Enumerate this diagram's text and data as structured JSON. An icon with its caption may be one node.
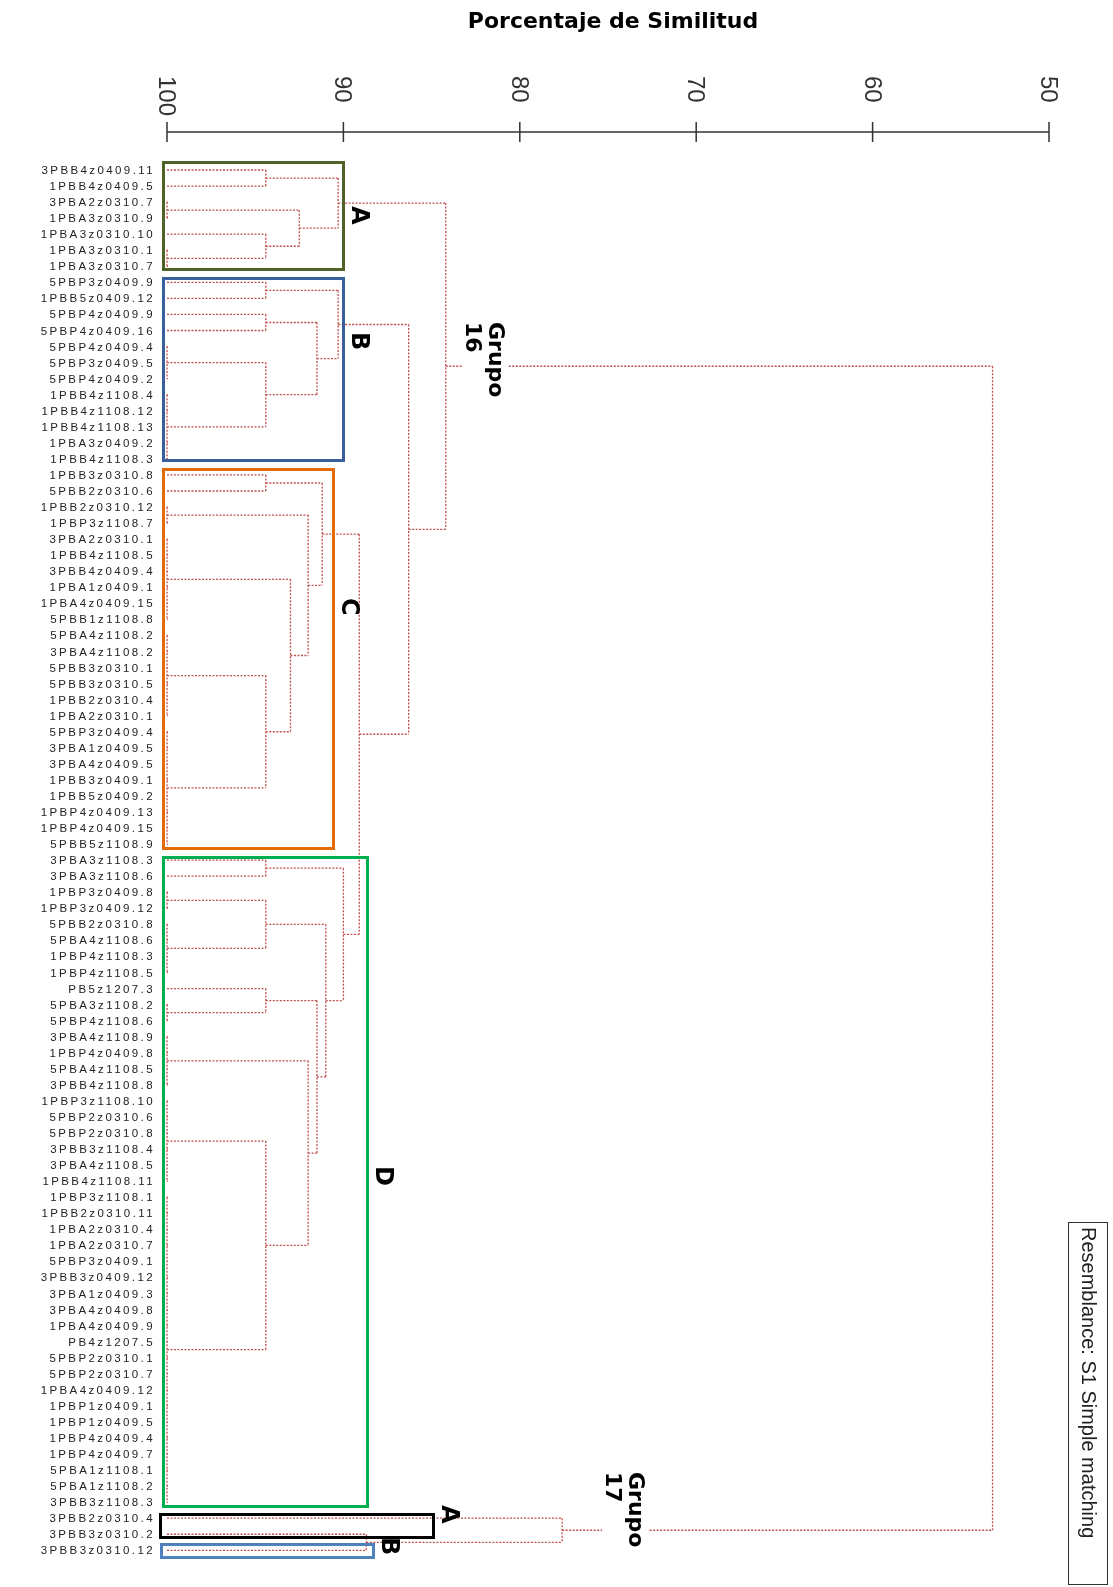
{
  "diagram": {
    "title": "Porcentaje de Similitud",
    "nodes": [
      {
        "text": [
          "A"
        ]
      },
      {
        "text": [
          "B"
        ]
      },
      {
        "text": [
          "C"
        ]
      },
      {
        "text": [
          "D"
        ]
      },
      {
        "text": [
          "A"
        ]
      },
      {
        "text": [
          "B"
        ]
      },
      {
        "text": [
          "Resemblance: S1 Simple matching"
        ]
      }
    ],
    "labels": [
      "100",
      "90",
      "80",
      "70",
      "60",
      "50",
      "3PBB4z0409.11",
      "1PBB4z0409.5",
      "3PBA2z0310.7",
      "1PBA3z0310.9",
      "1PBA3z0310.10",
      "1PBA3z0310.1",
      "1PBA3z0310.7",
      "5PBP3z0409.9",
      "1PBB5z0409.12",
      "5PBP4z0409.9",
      "5PBP4z0409.16",
      "5PBP4z0409.4",
      "5PBP3z0409.5",
      "5PBP4z0409.2",
      "1PBB4z1108.4",
      "1PBB4z1108.12",
      "1PBB4z1108.13",
      "1PBA3z0409.2",
      "1PBB4z1108.3",
      "1PBB3z0310.8",
      "5PBB2z0310.6",
      "1PBB2z0310.12",
      "1PBP3z1108.7",
      "3PBA2z0310.1",
      "1PBB4z1108.5",
      "3PBB4z0409.4",
      "1PBA1z0409.1",
      "1PBA4z0409.15",
      "5PBB1z1108.8",
      "5PBA4z1108.2",
      "3PBA4z1108.2",
      "5PBB3z0310.1",
      "5PBB3z0310.5",
      "1PBB2z0310.4",
      "1PBA2z0310.1",
      "5PBP3z0409.4",
      "3PBA1z0409.5",
      "3PBA4z0409.5",
      "1PBB3z0409.1",
      "1PBB5z0409.2",
      "1PBP4z0409.13",
      "1PBP4z0409.15",
      "5PBB5z1108.9",
      "3PBA3z1108.3",
      "3PBA3z1108.6",
      "1PBP3z0409.8",
      "1PBP3z0409.12",
      "5PBB2z0310.8",
      "5PBA4z1108.6",
      "1PBP4z1108.3",
      "1PBP4z1108.5",
      "PB5z1207.3",
      "5PBA3z1108.2",
      "5PBP4z1108.6",
      "3PBA4z1108.9",
      "1PBP4z0409.8",
      "5PBA4z1108.5",
      "3PBB4z1108.8",
      "1PBP3z1108.10",
      "5PBP2z0310.6",
      "5PBP2z0310.8",
      "3PBB3z1108.4",
      "3PBA4z1108.5",
      "1PBB4z1108.11",
      "1PBP3z1108.1",
      "1PBB2z0310.11",
      "1PBA2z0310.4",
      "1PBA2z0310.7",
      "5PBP3z0409.1",
      "3PBB3z0409.12",
      "3PBA1z0409.3",
      "3PBA4z0409.8",
      "1PBA4z0409.9",
      "PB4z1207.5",
      "5PBP2z0310.1",
      "5PBP2z0310.7",
      "1PBA4z0409.12",
      "1PBP1z0409.1",
      "1PBP1z0409.5",
      "1PBP4z0409.4",
      "1PBP4z0409.7",
      "5PBA1z1108.1",
      "5PBA1z1108.2",
      "3PBB3z1108.3",
      "3PBB2z0310.4",
      "3PBB3z0310.2",
      "3PBB3z0310.12",
      "Grupo 16",
      "Grupo 17"
    ]
  }
}
